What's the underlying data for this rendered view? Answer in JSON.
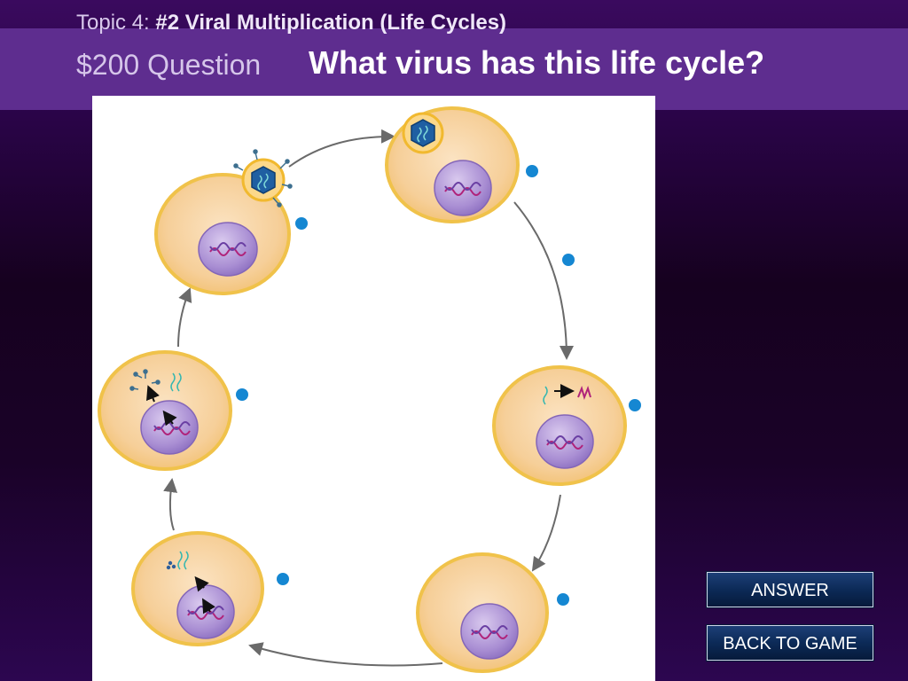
{
  "header": {
    "topic_prefix": "Topic 4:",
    "topic_title": "#2 Viral Multiplication (Life Cycles)",
    "price": "$200 Question",
    "question": "What virus has this life cycle?"
  },
  "buttons": {
    "answer": "ANSWER",
    "back": "BACK TO GAME"
  },
  "figure": {
    "description_icons": [
      "host-cell-icon",
      "nucleus-icon",
      "dna-icon",
      "virion-icon",
      "cycle-arrow-icon",
      "step-marker-icon"
    ]
  }
}
